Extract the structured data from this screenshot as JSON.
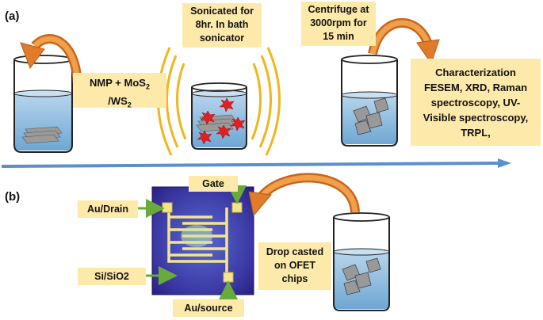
{
  "panels": {
    "a": "(a)",
    "b": "(b)"
  },
  "step_a": {
    "mix_line1": "NMP + MoS",
    "mix_sub1": "2",
    "mix_line2": "/WS",
    "mix_sub2": "2",
    "sonication": [
      "Sonicated for",
      "8hr. In bath",
      "sonicator"
    ],
    "centrifuge": [
      "Centrifuge at",
      "3000rpm for",
      "15 min"
    ],
    "characterization": [
      "Characterization",
      "FESEM, XRD, Raman",
      "spectroscopy, UV-",
      "Visible spectroscopy,",
      "TRPL,"
    ]
  },
  "step_b": {
    "gate": "Gate",
    "drain": "Au/Drain",
    "substrate": "Si/SiO2",
    "source": "Au/source",
    "drop_cast": [
      "Drop casted",
      "on OFET",
      "chips"
    ]
  },
  "colors": {
    "label_bg": "#fde9a9",
    "curved_arrow": "#e07b2a",
    "process_arrow": "#5b8fcf",
    "pointer_arrow": "#6aaa3a",
    "liquid": "#9ec6e4",
    "sound_waves": "#f2b51c",
    "chip": "#3d3aa8",
    "electrodes": "#f5e58a",
    "particles": "#e02020"
  }
}
